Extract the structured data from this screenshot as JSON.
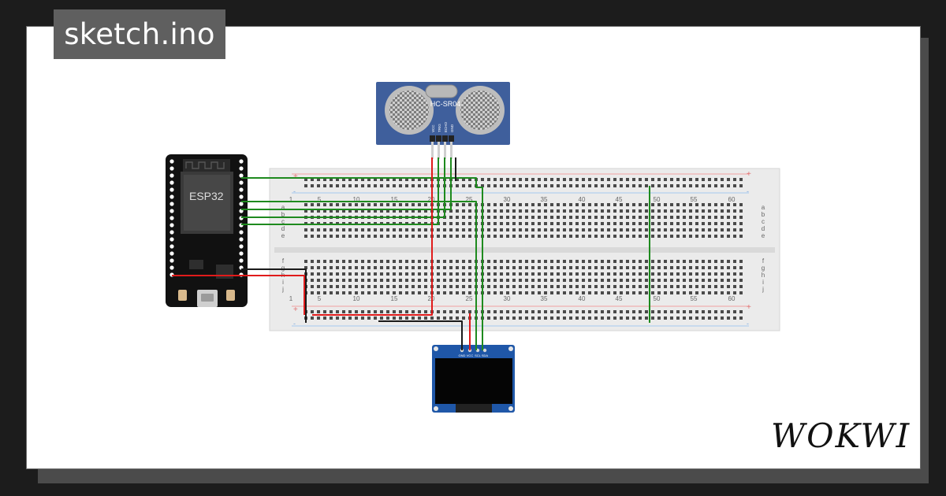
{
  "file_tab": {
    "label": "sketch.ino"
  },
  "brand": {
    "logo_text": "WOKWI"
  },
  "components": {
    "mcu": {
      "label": "ESP32"
    },
    "ultrasonic": {
      "label": "HC-SR04",
      "pins": [
        "VCC",
        "TRIG",
        "ECHO",
        "GND"
      ]
    },
    "oled": {
      "pins": [
        "GND",
        "VCC",
        "SCL",
        "SDA"
      ]
    }
  },
  "breadboard": {
    "column_labels": [
      "1",
      "5",
      "10",
      "15",
      "20",
      "25",
      "30",
      "35",
      "40",
      "45",
      "50",
      "55",
      "60"
    ],
    "row_labels_top": [
      "a",
      "b",
      "c",
      "d",
      "e"
    ],
    "row_labels_bottom": [
      "f",
      "g",
      "h",
      "i",
      "j"
    ],
    "rail_symbols": [
      "+",
      "-"
    ]
  },
  "colors": {
    "wire_green": "#1e8a1e",
    "wire_red": "#e01b1b",
    "wire_black": "#1a1a1a",
    "module_blue": "#3f5f9c",
    "breadboard": "#ebebeb"
  }
}
